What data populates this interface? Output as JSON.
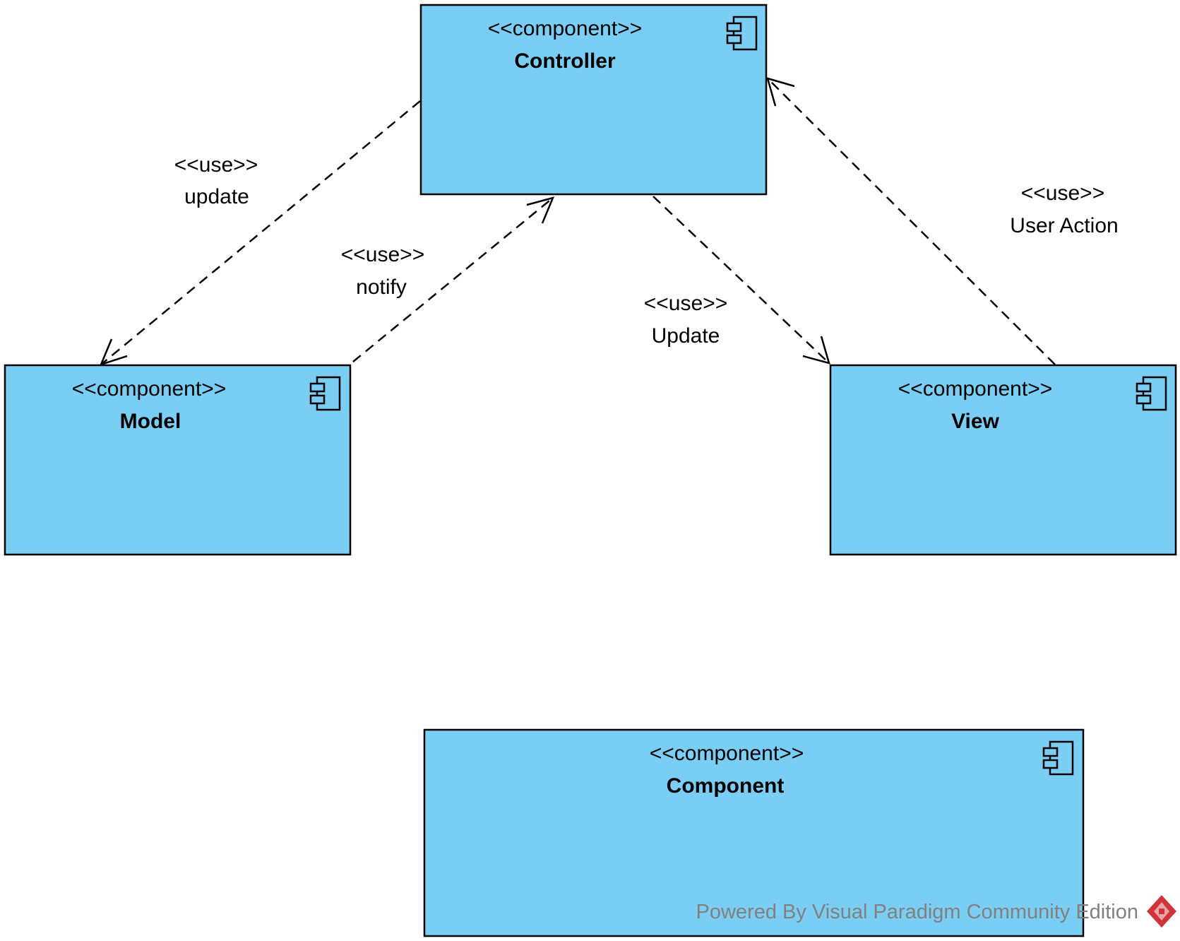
{
  "colors": {
    "component_fill": "#7ACEF4",
    "border": "#000000",
    "background": "#FFFFFF",
    "watermark_text": "#808080",
    "watermark_logo": "#D0343A"
  },
  "components": {
    "controller": {
      "stereotype": "<<component>>",
      "name": "Controller",
      "icon": "component-icon"
    },
    "model": {
      "stereotype": "<<component>>",
      "name": "Model",
      "icon": "component-icon"
    },
    "view": {
      "stereotype": "<<component>>",
      "name": "View",
      "icon": "component-icon"
    },
    "component": {
      "stereotype": "<<component>>",
      "name": "Component",
      "icon": "component-icon"
    }
  },
  "dependencies": {
    "controller_to_model": {
      "stereotype": "<<use>>",
      "label": "update"
    },
    "model_to_controller": {
      "stereotype": "<<use>>",
      "label": "notify"
    },
    "controller_to_view": {
      "stereotype": "<<use>>",
      "label": "Update"
    },
    "view_to_controller": {
      "stereotype": "<<use>>",
      "label": "User Action"
    }
  },
  "watermark": {
    "text": "Powered By  Visual Paradigm Community Edition",
    "icon": "visual-paradigm-logo-icon"
  }
}
